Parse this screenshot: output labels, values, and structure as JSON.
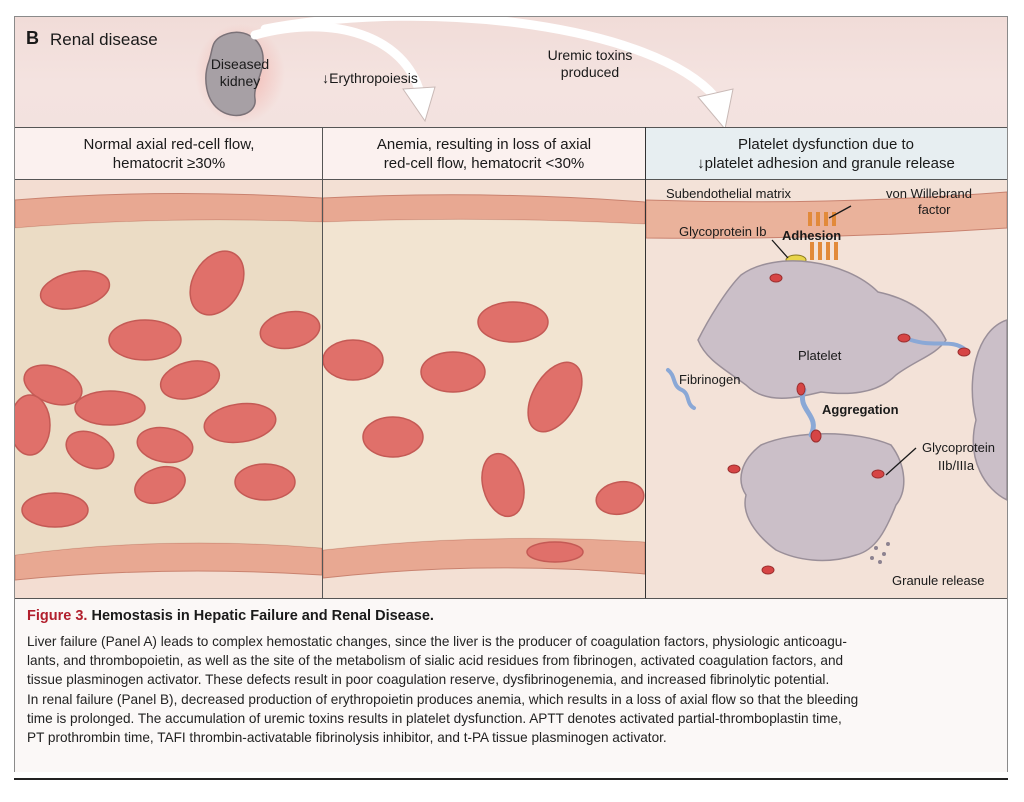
{
  "panel": {
    "letter": "B",
    "title": "Renal disease"
  },
  "top_labels": {
    "kidney_line1": "Diseased",
    "kidney_line2": "kidney",
    "erythropoiesis": "↓Erythropoiesis",
    "toxins_line1": "Uremic toxins",
    "toxins_line2": "produced"
  },
  "column_headers": [
    {
      "text": "Normal axial red-cell flow,\nhematocrit ≥30%"
    },
    {
      "text": "Anemia, resulting in loss of axial\nred-cell flow, hematocrit <30%"
    },
    {
      "text": "Platelet dysfunction due to\n↓platelet adhesion and granule release"
    }
  ],
  "platelet_labels": {
    "subendothelial": "Subendothelial matrix",
    "vwf_line1": "von Willebrand",
    "vwf_line2": "factor",
    "gp_ib": "Glycoprotein Ib",
    "adhesion": "Adhesion",
    "platelet": "Platelet",
    "fibrinogen": "Fibrinogen",
    "aggregation": "Aggregation",
    "gp_iib_line1": "Glycoprotein",
    "gp_iib_line2": "IIb/IIIa",
    "granule": "Granule release"
  },
  "caption": {
    "figure_label": "Figure 3.",
    "title": "Hemostasis in Hepatic Failure and Renal Disease.",
    "lines": [
      "Liver failure (Panel A) leads to complex hemostatic changes, since the liver is the producer of coagulation factors, physiologic anticoagu-",
      "lants, and thrombopoietin, as well as the site of the metabolism of sialic acid residues from fibrinogen, activated coagulation factors, and",
      "tissue plasminogen activator. These defects result in poor coagulation reserve, dysfibrinogenemia, and increased fibrinolytic potential.",
      "In renal failure (Panel B), decreased production of erythropoietin produces anemia, which results in a loss of axial flow so that the bleeding",
      "time is prolonged. The accumulation of uremic toxins results in platelet dysfunction. APTT denotes activated partial-thromboplastin time,",
      "PT prothrombin time, TAFI thrombin-activatable fibrinolysis inhibitor, and t-PA tissue plasminogen activator."
    ]
  },
  "colors": {
    "caption_accent": "#b21f2d",
    "vessel_wall": "#e8a892",
    "red_cell": "#e0706a",
    "header3_bg": "#e7eef1"
  }
}
